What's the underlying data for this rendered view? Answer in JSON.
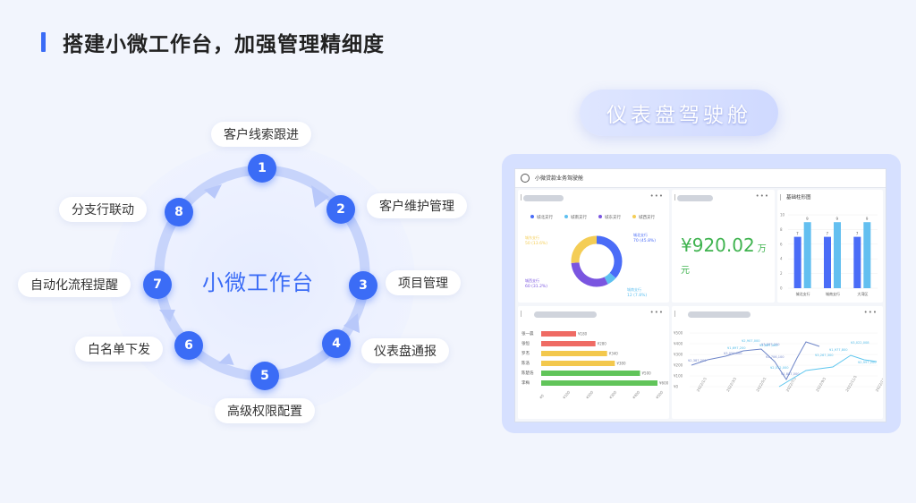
{
  "page_title": "搭建小微工作台，加强管理精细度",
  "badge": "仪表盘驾驶舱",
  "center_title": "小微工作台",
  "cycle": [
    {
      "num": "1",
      "label": "客户线索跟进"
    },
    {
      "num": "2",
      "label": "客户维护管理"
    },
    {
      "num": "3",
      "label": "项目管理"
    },
    {
      "num": "4",
      "label": "仪表盘通报"
    },
    {
      "num": "5",
      "label": "高级权限配置"
    },
    {
      "num": "6",
      "label": "白名单下发"
    },
    {
      "num": "7",
      "label": "自动化流程提醒"
    },
    {
      "num": "8",
      "label": "分支行联动"
    }
  ],
  "dashboard": {
    "title": "小微贷款业务驾驶舱",
    "menu": "•••",
    "donut": {
      "legend": [
        "城北支行",
        "城南支行",
        "城东支行",
        "城西支行"
      ],
      "colors": [
        "#4a6cf7",
        "#5ec0f0",
        "#7a55e0",
        "#f4cd55"
      ],
      "values": [
        70,
        12,
        60,
        50
      ],
      "labels": [
        {
          "name": "城北支行",
          "value": "70 (45.8%)"
        },
        {
          "name": "城南支行",
          "value": "12 (7.8%)"
        },
        {
          "name": "城西支行",
          "value": "60 (31.2%)"
        },
        {
          "name": "城东支行",
          "value": "50 (13.6%)"
        }
      ]
    },
    "kpi": {
      "value": "¥920.02",
      "unit": "万元"
    },
    "bar_title": "基础柱形图",
    "bar_chart": {
      "categories": [
        "城北支行",
        "城南支行",
        "大湾区"
      ],
      "series": [
        {
          "values": [
            7,
            7,
            7
          ],
          "labels": [
            "7",
            "7",
            "7"
          ],
          "color": "#4a6cf7"
        },
        {
          "values": [
            9,
            9,
            9
          ],
          "labels": [
            "9",
            "9",
            "9"
          ],
          "color": "#63bff0"
        }
      ],
      "yticks": [
        "10",
        "8",
        "6",
        "4",
        "2",
        "0"
      ]
    },
    "hbar": {
      "categories": [
        "张一晨",
        "张恒",
        "罗杰",
        "陈浩",
        "陈楚浩",
        "李梅"
      ],
      "values": [
        180,
        280,
        340,
        380,
        510,
        600
      ],
      "value_labels": [
        "¥180",
        "¥280",
        "¥340",
        "¥380",
        "¥500",
        "¥600"
      ],
      "colors": [
        "#ef6b64",
        "#ef6b64",
        "#f3c84d",
        "#f3c84d",
        "#61c45a",
        "#61c45a"
      ],
      "xticks": [
        "¥0",
        "¥100",
        "¥200",
        "¥300",
        "¥400",
        "¥500"
      ]
    },
    "line_chart": {
      "yticks": [
        "¥500",
        "¥400",
        "¥300",
        "¥200",
        "¥100",
        "¥0"
      ],
      "xticks": [
        "2022/1/1",
        "2022/3/1",
        "2022/5/1",
        "2022/7/1",
        "2022/9/1",
        "2022/11/1",
        "2022/12/1"
      ],
      "series": [
        {
          "color": "#6f86c8",
          "labels": [
            "¥2,387,200",
            "¥3,059,000",
            "¥3,587,200",
            "¥1,706,100",
            "¥1,887,000"
          ]
        },
        {
          "color": "#5ec6ee",
          "labels": [
            "¥1,697,200",
            "¥2,907,000",
            "¥2,667,000",
            "¥2,512,000",
            "¥3,267,300",
            "¥1,977,800",
            "¥3,022,008",
            "¥2,997,200"
          ]
        }
      ]
    }
  }
}
